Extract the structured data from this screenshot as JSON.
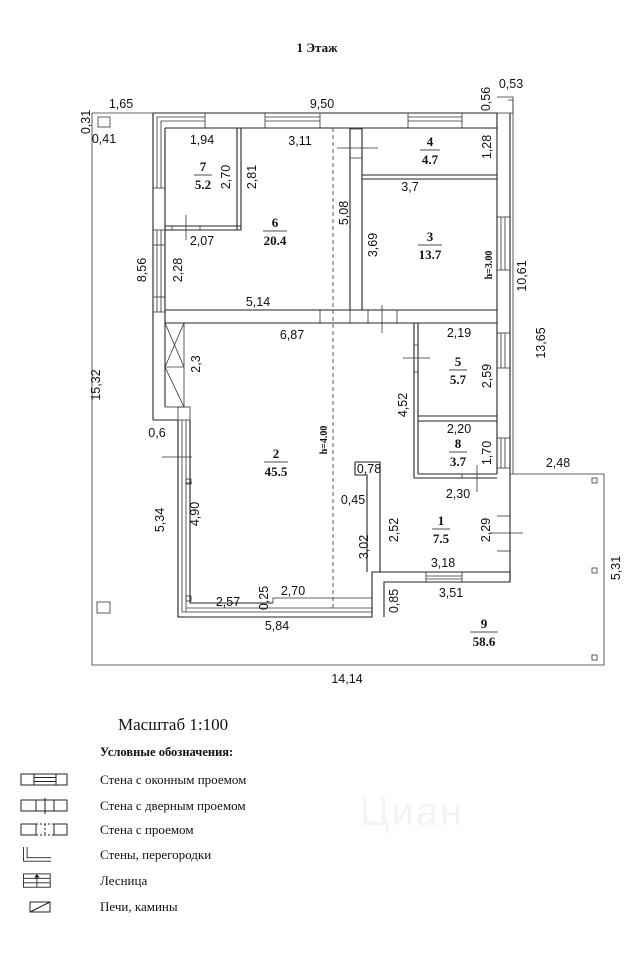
{
  "title": "1 Этаж",
  "rooms": [
    {
      "number": "1",
      "area": "7.5"
    },
    {
      "number": "2",
      "area": "45.5"
    },
    {
      "number": "3",
      "area": "13.7"
    },
    {
      "number": "4",
      "area": "4.7"
    },
    {
      "number": "5",
      "area": "5.7"
    },
    {
      "number": "6",
      "area": "20.4"
    },
    {
      "number": "7",
      "area": "5.2"
    },
    {
      "number": "8",
      "area": "3.7"
    },
    {
      "number": "9",
      "area": "58.6"
    }
  ],
  "ceiling_heights": {
    "room2": "h=4.00",
    "room3": "h=3.00"
  },
  "dimensions": {
    "top_left_165": "1,65",
    "top_950": "9,50",
    "top_056": "0,56",
    "top_053": "0,53",
    "left_031": "0,31",
    "left_041": "0,41",
    "r7_194": "1,94",
    "r6_311": "3,11",
    "r7_270": "2,70",
    "r7_281": "2,81",
    "r7_207": "2,07",
    "r6_508": "5,08",
    "r6_514": "5,14",
    "left_856": "8,56",
    "left_228": "2,28",
    "r4_128": "1,28",
    "r3_37": "3,7",
    "r3_369": "3,69",
    "right_1061": "10,61",
    "right_1365": "13,65",
    "left_1532": "15,32",
    "r2_687": "6,87",
    "r2_23": "2,3",
    "r5_219": "2,19",
    "r5_259": "2,59",
    "r5_452": "4,52",
    "r8_220": "2,20",
    "r8_170": "1,70",
    "left_06": "0,6",
    "r2_534": "5,34",
    "r2_490": "4,90",
    "r1_078": "0,78",
    "r1_045": "0,45",
    "r1_252": "2,52",
    "r1_302": "3,02",
    "r1_230": "2,30",
    "r1_229": "2,29",
    "r1_318": "3,18",
    "r1_351": "3,51",
    "r9_248": "2,48",
    "r9_531": "5,31",
    "r2_257": "2,57",
    "r2_025": "0,25",
    "r2_270": "2,70",
    "r2_584": "5,84",
    "r1_085": "0,85",
    "bottom_1414": "14,14"
  },
  "legend": {
    "scale": "Масштаб 1:100",
    "title": "Условные обозначения:",
    "items": [
      {
        "icon": "wall-with-window-icon",
        "label": "Стена с оконным проемом"
      },
      {
        "icon": "wall-with-door-icon",
        "label": "Стена с дверным проемом"
      },
      {
        "icon": "wall-with-opening-icon",
        "label": "Стена с проемом"
      },
      {
        "icon": "walls-partitions-icon",
        "label": "Стены, перегородки"
      },
      {
        "icon": "staircase-icon",
        "label": "Лесница"
      },
      {
        "icon": "stove-fireplace-icon",
        "label": "Печи, камины"
      }
    ]
  },
  "watermark": "Циан"
}
